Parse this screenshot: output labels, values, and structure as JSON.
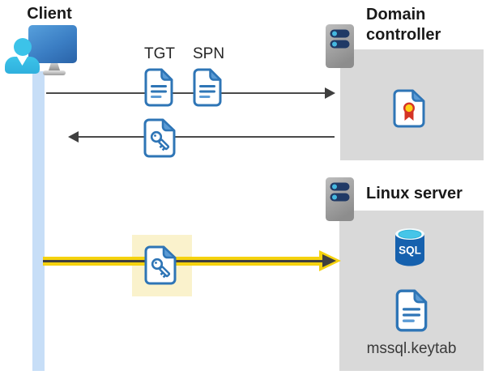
{
  "client": {
    "label": "Client"
  },
  "flow": {
    "tgt_label": "TGT",
    "spn_label": "SPN"
  },
  "domain_controller": {
    "title": "Domain controller"
  },
  "linux_server": {
    "title": "Linux server",
    "sql_badge": "SQL",
    "keytab_label": "mssql.keytab"
  },
  "colors": {
    "doc_stroke_blue": "#2e75b6",
    "doc_fold_blue": "#5b9bd5",
    "arrow_gray": "#3f3f3f",
    "highlight_yellow": "#f5d20e",
    "highlight_box_yellow": "#faf2cc",
    "panel_gray": "#d9d9d9",
    "lifeline_blue": "#c7def7",
    "server_bar_navy": "#203a66",
    "server_dot_cyan": "#45b8e0",
    "sql_body_blue": "#1661ae",
    "sql_top_cyan": "#46c5e8",
    "cert_ribbon_red": "#d43425",
    "cert_seal_yellow": "#ffd117",
    "client_cyan": "#3cc3e9"
  }
}
